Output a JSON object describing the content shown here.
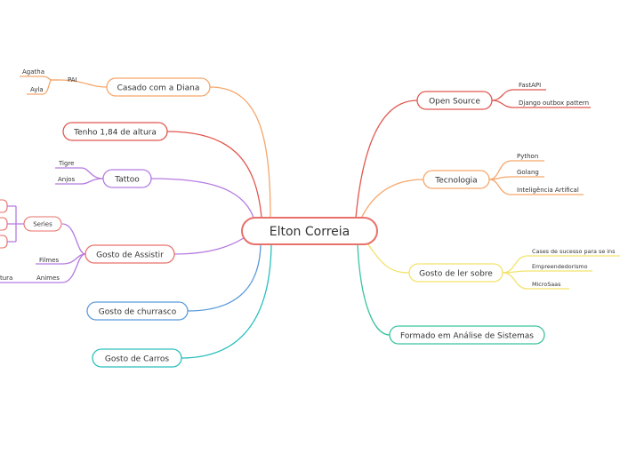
{
  "central": {
    "label": "Elton Correia",
    "color": "#e8716a"
  },
  "left_branches": {
    "casado": {
      "label": "Casado com a Diana",
      "color": "#f5a66b"
    },
    "pai": {
      "label": "PAI",
      "children": [
        "Agatha",
        "Ayla"
      ]
    },
    "altura": {
      "label": "Tenho 1,84 de altura",
      "color": "#e0574f"
    },
    "tattoo": {
      "label": "Tattoo",
      "color": "#b57be0",
      "children": [
        "Tigre",
        "Anjos"
      ]
    },
    "assistir": {
      "label": "Gosto de Assistir",
      "color": "#e8716a",
      "series": "Series",
      "filmes": "Filmes",
      "animes": "Animes",
      "cut_text": "tura"
    },
    "churrasco": {
      "label": "Gosto de churrasco",
      "color": "#5b9bdc"
    },
    "carros": {
      "label": "Gosto de Carros",
      "color": "#2bbfbf"
    }
  },
  "right_branches": {
    "open_source": {
      "label": "Open Source",
      "color": "#e0574f",
      "children": [
        "FastAPI",
        "Django outbox pattern"
      ]
    },
    "tecnologia": {
      "label": "Tecnologia",
      "color": "#f5a66b",
      "children": [
        "Python",
        "Golang",
        "Inteligência Artifical"
      ]
    },
    "ler": {
      "label": "Gosto de ler sobre",
      "color": "#f2e36b",
      "children": [
        "Cases de sucesso para se ins",
        "Empreendedorismo",
        "MicroSaas"
      ]
    },
    "formado": {
      "label": "Formado em Análise de Sistemas",
      "color": "#3cc3a0"
    }
  }
}
